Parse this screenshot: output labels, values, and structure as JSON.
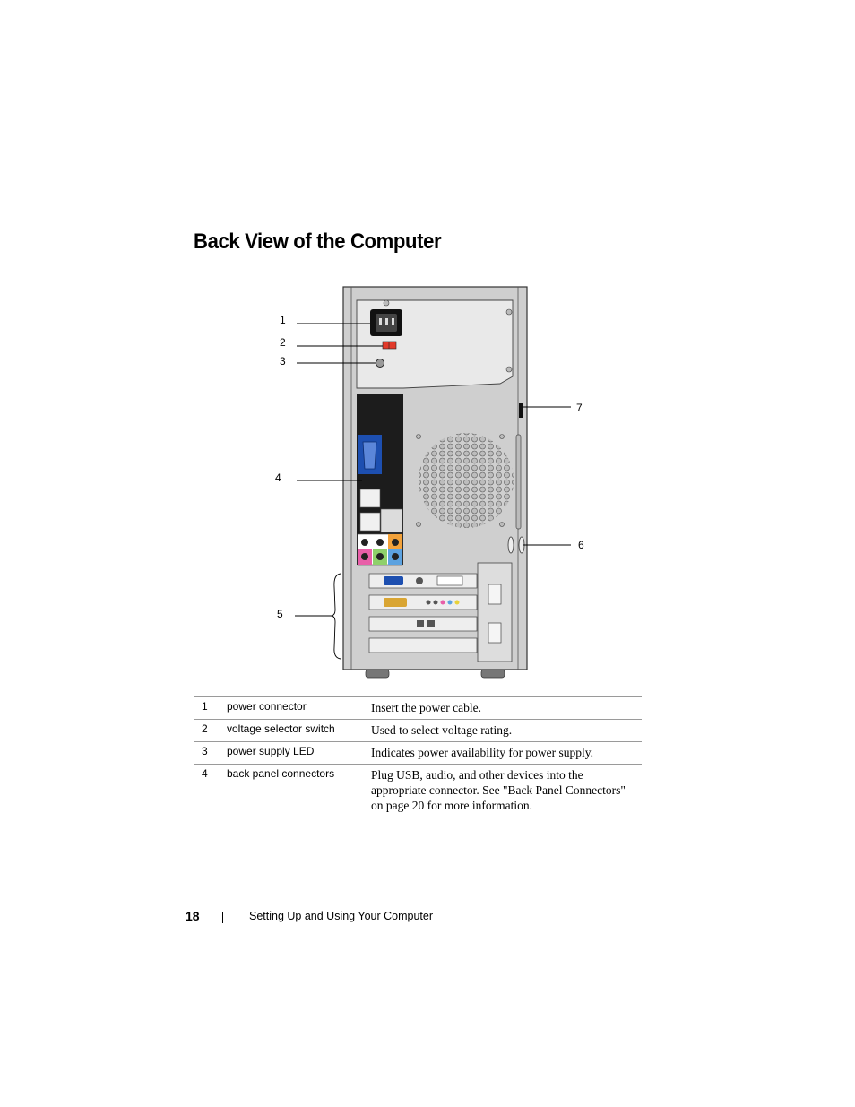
{
  "page": {
    "title": "Back View of the Computer",
    "footer": {
      "page_number": "18",
      "running_title": "Setting Up and Using Your Computer"
    }
  },
  "figure": {
    "callouts": [
      "1",
      "2",
      "3",
      "4",
      "5",
      "6",
      "7"
    ]
  },
  "legend": {
    "rows": [
      {
        "num": "1",
        "term": "power connector",
        "desc": "Insert the power cable."
      },
      {
        "num": "2",
        "term": "voltage selector switch",
        "desc": "Used to select voltage rating."
      },
      {
        "num": "3",
        "term": "power supply LED",
        "desc": "Indicates power availability for power supply."
      },
      {
        "num": "4",
        "term": "back panel connectors",
        "desc": "Plug USB, audio, and other devices into the appropriate connector. See \"Back Panel Connectors\" on page 20 for more information."
      }
    ]
  }
}
